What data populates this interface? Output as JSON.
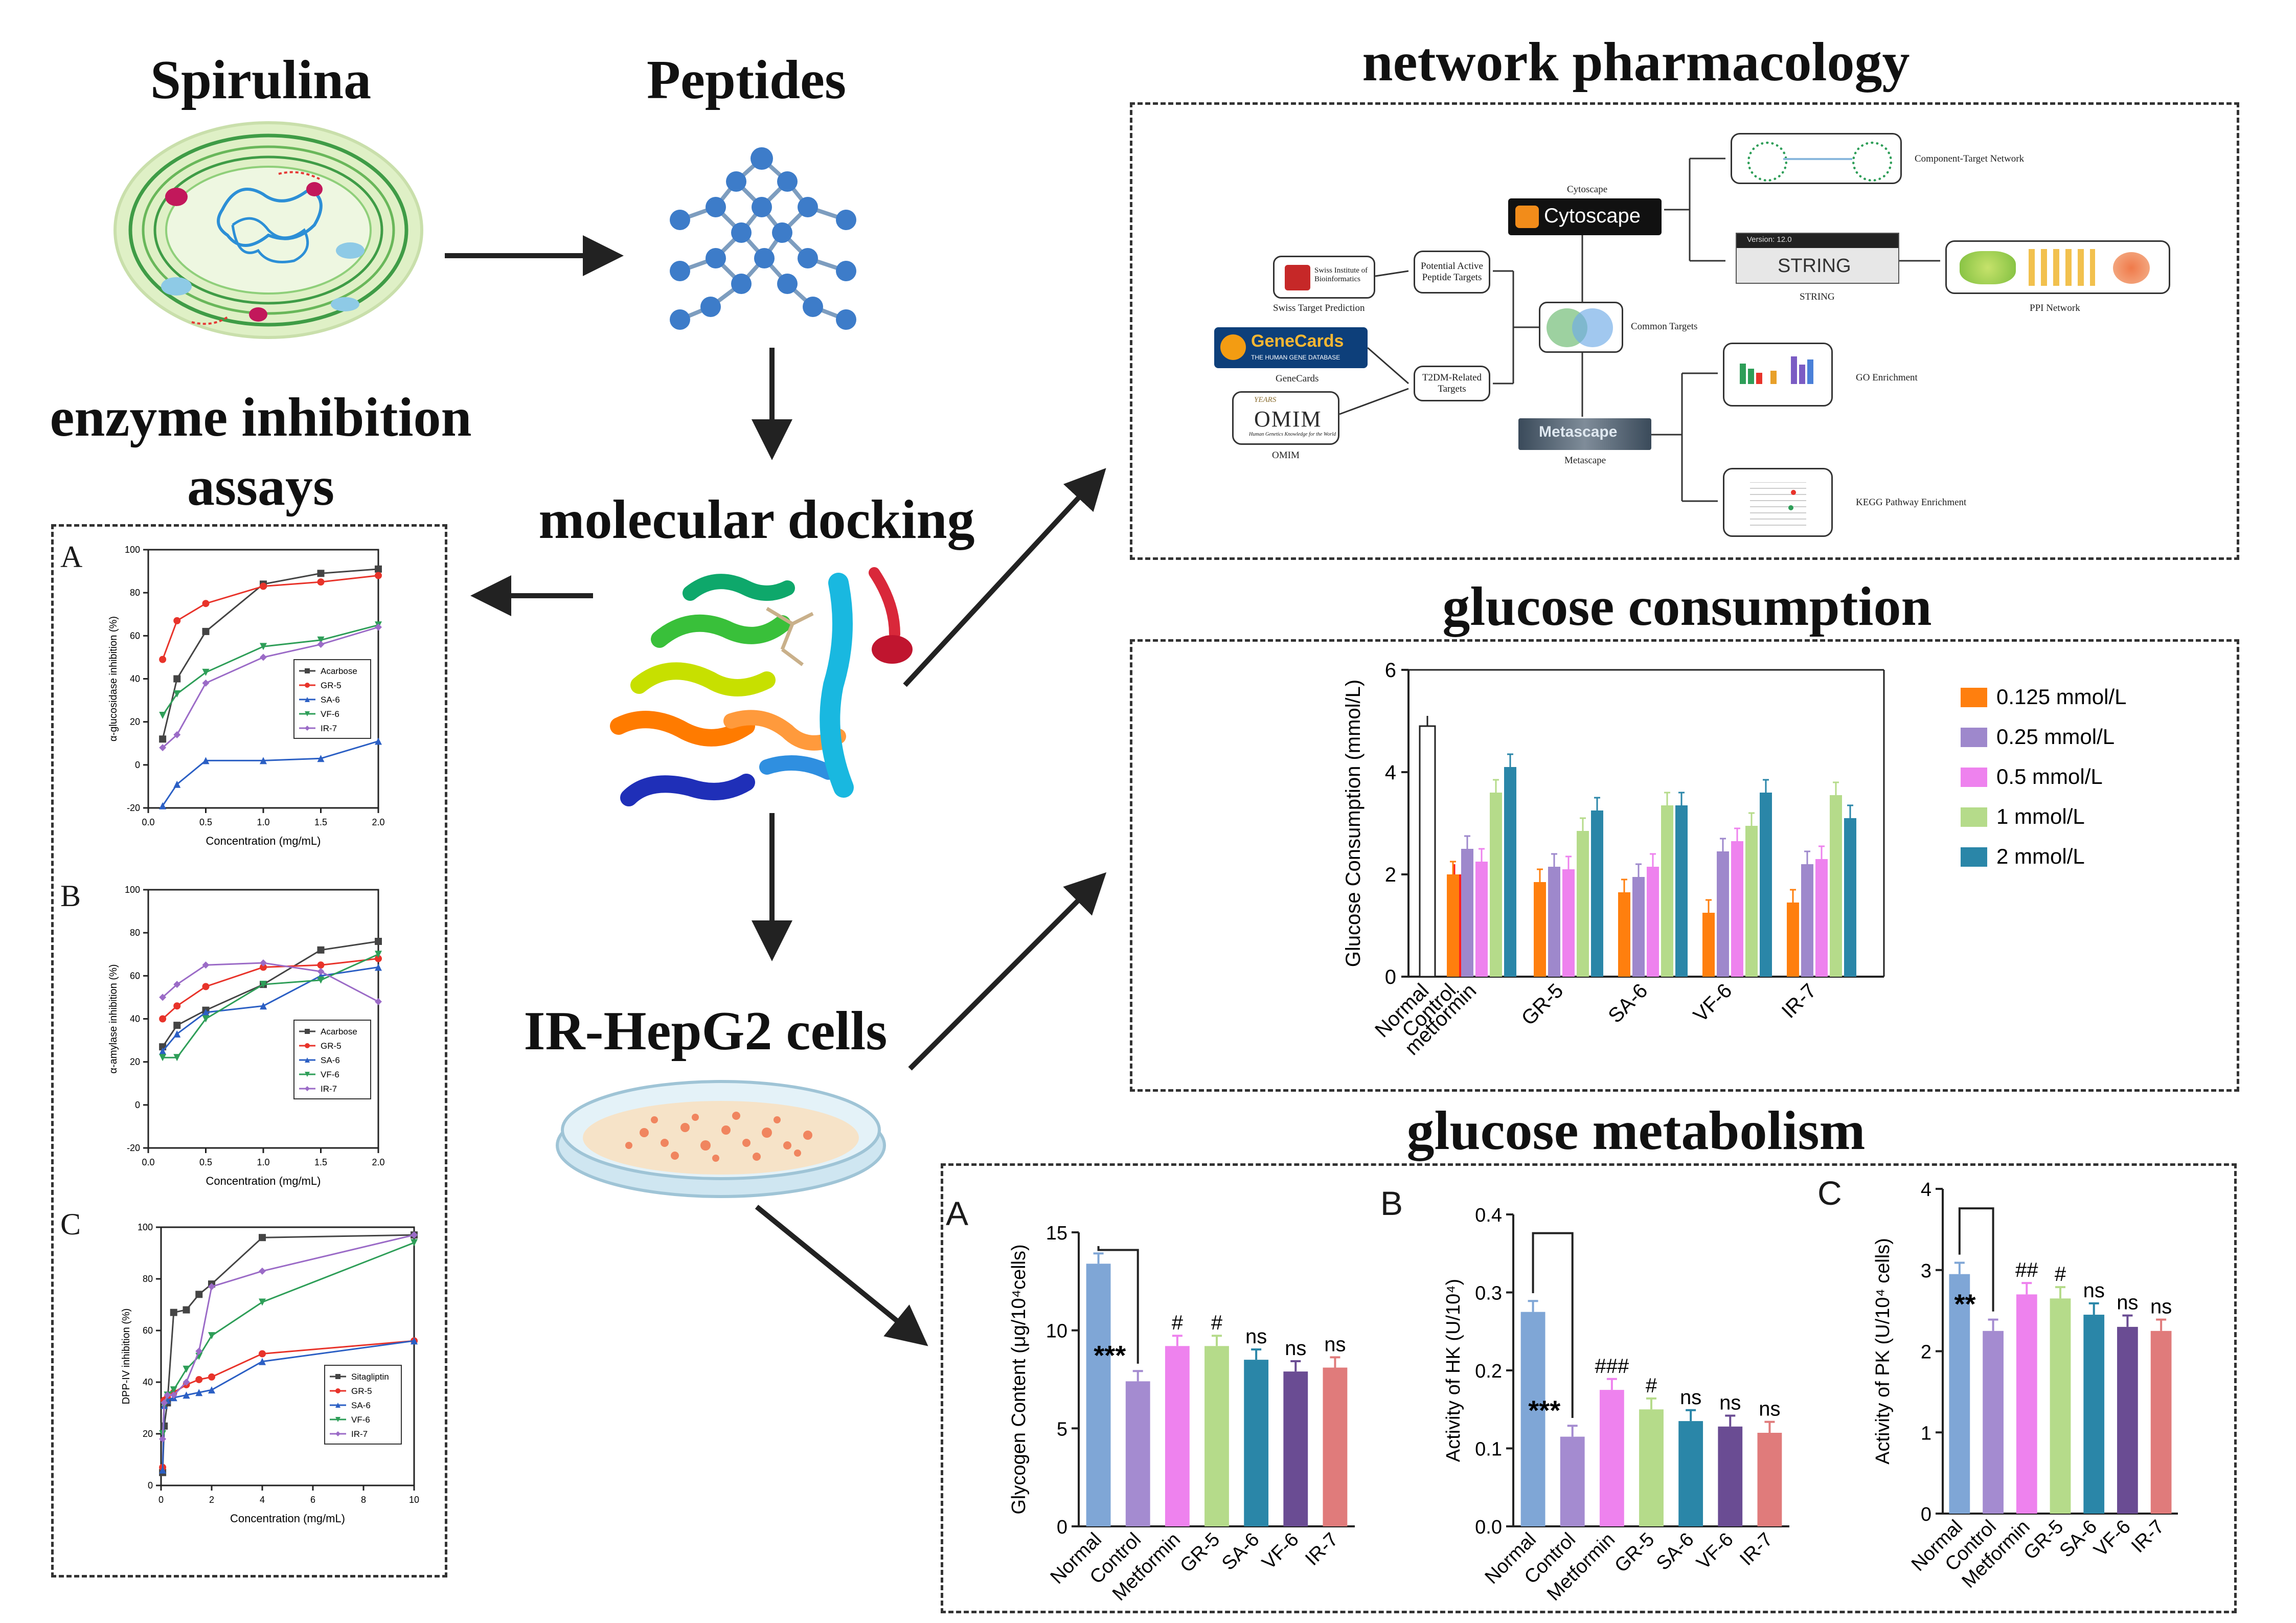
{
  "titles": {
    "spirulina": "Spirulina",
    "peptides": "Peptides",
    "enzyme": "enzyme inhibition",
    "enzyme2": "assays",
    "docking": "molecular docking",
    "cells": "IR-HepG2 cells",
    "network": "network pharmacology",
    "consumption": "glucose consumption",
    "metabolism": "glucose metabolism"
  },
  "network": {
    "swiss_caption": "Swiss Target Prediction",
    "sib_text": "Swiss Institute of Bioinformatics",
    "genecards": "GeneCards",
    "genecards_sub": "THE HUMAN GENE DATABASE",
    "genecards_caption": "GeneCards",
    "omim": "OMIM",
    "omim_years": "YEARS",
    "omim_sub": "Human Genetics Knowledge for the World",
    "omim_caption": "OMIM",
    "potential": "Potential Active Peptide Targets",
    "t2dm": "T2DM-Related Targets",
    "common": "Common Targets",
    "cytoscape_caption": "Cytoscape",
    "cytoscape_logo": "Cytoscape",
    "metascape_caption": "Metascape",
    "metascape_logo": "Metascape",
    "ctn": "Component-Target Network",
    "string_logo": "STRING",
    "string_version": "Version: 12.0",
    "string_caption": "STRING",
    "ppi": "PPI Network",
    "go": "GO Enrichment",
    "kegg": "KEGG Pathway Enrichment"
  },
  "chart_data": [
    {
      "type": "line",
      "panel": "A",
      "xlabel": "Concentration (mg/mL)",
      "ylabel": "α-glucosidase inhibition (%)",
      "xlim": [
        0,
        2.0
      ],
      "ylim": [
        -20,
        100
      ],
      "xticks": [
        "0.0",
        "0.5",
        "1.0",
        "1.5",
        "2.0"
      ],
      "yticks": [
        "-20",
        "0",
        "20",
        "40",
        "60",
        "80",
        "100"
      ],
      "x": [
        0.125,
        0.25,
        0.5,
        1.0,
        1.5,
        2.0
      ],
      "series": [
        {
          "name": "Acarbose",
          "color": "#444444",
          "values": [
            12,
            40,
            62,
            84,
            89,
            91
          ]
        },
        {
          "name": "GR-5",
          "color": "#e8332a",
          "values": [
            49,
            67,
            75,
            83,
            85,
            88
          ]
        },
        {
          "name": "SA-6",
          "color": "#2b5fc4",
          "values": [
            -19,
            -9,
            2,
            2,
            3,
            11
          ]
        },
        {
          "name": "VF-6",
          "color": "#2e9e58",
          "values": [
            23,
            33,
            43,
            55,
            58,
            65
          ]
        },
        {
          "name": "IR-7",
          "color": "#9b6bc7",
          "values": [
            8,
            14,
            38,
            50,
            56,
            64
          ]
        }
      ],
      "legend_position": "center-right"
    },
    {
      "type": "line",
      "panel": "B",
      "xlabel": "Concentration (mg/mL)",
      "ylabel": "α-amylase inhibition (%)",
      "xlim": [
        0,
        2.0
      ],
      "ylim": [
        -20,
        100
      ],
      "xticks": [
        "0.0",
        "0.5",
        "1.0",
        "1.5",
        "2.0"
      ],
      "yticks": [
        "-20",
        "0",
        "20",
        "40",
        "60",
        "80",
        "100"
      ],
      "x": [
        0.125,
        0.25,
        0.5,
        1.0,
        1.5,
        2.0
      ],
      "series": [
        {
          "name": "Acarbose",
          "color": "#444444",
          "values": [
            27,
            37,
            44,
            56,
            72,
            76
          ]
        },
        {
          "name": "GR-5",
          "color": "#e8332a",
          "values": [
            40,
            46,
            55,
            64,
            65,
            68
          ]
        },
        {
          "name": "SA-6",
          "color": "#2b5fc4",
          "values": [
            25,
            33,
            43,
            46,
            60,
            64
          ]
        },
        {
          "name": "VF-6",
          "color": "#2e9e58",
          "values": [
            22,
            22,
            40,
            56,
            58,
            70
          ]
        },
        {
          "name": "IR-7",
          "color": "#9b6bc7",
          "values": [
            50,
            56,
            65,
            66,
            62,
            48
          ]
        }
      ],
      "legend_position": "center-right"
    },
    {
      "type": "line",
      "panel": "C",
      "xlabel": "Concentration (mg/mL)",
      "ylabel": "DPP-IV inhibition (%)",
      "xlim": [
        0,
        10
      ],
      "ylim": [
        0,
        100
      ],
      "xticks": [
        "0",
        "2",
        "4",
        "6",
        "8",
        "10"
      ],
      "yticks": [
        "0",
        "20",
        "40",
        "60",
        "80",
        "100"
      ],
      "x": [
        0.0625,
        0.125,
        0.25,
        0.5,
        1,
        1.5,
        2,
        4,
        10
      ],
      "series": [
        {
          "name": "Sitagliptin",
          "color": "#444444",
          "values": [
            5,
            23,
            32,
            67,
            68,
            74,
            78,
            96,
            97
          ]
        },
        {
          "name": "GR-5",
          "color": "#e8332a",
          "values": [
            7,
            33,
            34,
            36,
            39,
            41,
            42,
            51,
            56
          ]
        },
        {
          "name": "SA-6",
          "color": "#2b5fc4",
          "values": [
            6,
            31,
            33,
            34,
            35,
            36,
            37,
            48,
            56
          ]
        },
        {
          "name": "VF-6",
          "color": "#2e9e58",
          "values": [
            20,
            31,
            35,
            37,
            45,
            50,
            58,
            71,
            94
          ]
        },
        {
          "name": "IR-7",
          "color": "#9b6bc7",
          "values": [
            18,
            32,
            35,
            35,
            40,
            52,
            77,
            83,
            97
          ]
        }
      ],
      "legend_position": "bottom-right"
    },
    {
      "type": "bar",
      "panel": "glucose consumption",
      "ylabel": "Glucose Consumption (mmol/L)",
      "ylim": [
        0,
        6
      ],
      "yticks": [
        "0",
        "2",
        "4",
        "6"
      ],
      "categories": [
        "Normal",
        "Control",
        "metformin",
        "GR-5",
        "SA-6",
        "VF-6",
        "IR-7"
      ],
      "normal": 4.9,
      "control": 2.0,
      "series": [
        {
          "name": "0.125 mmol/L",
          "color": "#ff7f0e",
          "values": [
            null,
            null,
            2.0,
            1.85,
            1.65,
            1.25,
            1.45
          ]
        },
        {
          "name": "0.25 mmol/L",
          "color": "#9e88cc",
          "values": [
            null,
            null,
            2.5,
            2.15,
            1.95,
            2.45,
            2.2
          ]
        },
        {
          "name": "0.5 mmol/L",
          "color": "#ee82ee",
          "values": [
            null,
            null,
            2.25,
            2.1,
            2.15,
            2.65,
            2.3
          ]
        },
        {
          "name": "1 mmol/L",
          "color": "#b5db8a",
          "values": [
            null,
            null,
            3.6,
            2.85,
            3.35,
            2.95,
            3.55
          ]
        },
        {
          "name": "2 mmol/L",
          "color": "#2a86a8",
          "values": [
            null,
            null,
            4.1,
            3.25,
            3.35,
            3.6,
            3.1
          ]
        }
      ],
      "legend_position": "top-right"
    },
    {
      "type": "bar",
      "panel": "A",
      "ylabel": "Glycogen Content (μg/10⁴cells)",
      "ylim": [
        0,
        15
      ],
      "yticks": [
        "0",
        "5",
        "10",
        "15"
      ],
      "categories": [
        "Normal",
        "Control",
        "Metformin",
        "GR-5",
        "SA-6",
        "VF-6",
        "IR-7"
      ],
      "values": [
        13.4,
        7.4,
        9.2,
        9.2,
        8.5,
        7.9,
        8.1
      ],
      "colors": [
        "#7fa6d6",
        "#a48bd0",
        "#ee82ee",
        "#b5db8a",
        "#2a86a8",
        "#6a4c93",
        "#e07b7b"
      ],
      "annotations": [
        "",
        "***",
        "#",
        "#",
        "ns",
        "ns",
        "ns"
      ]
    },
    {
      "type": "bar",
      "panel": "B",
      "ylabel": "Activity of HK (U/10⁴)",
      "ylim": [
        0,
        0.4
      ],
      "yticks": [
        "0.0",
        "0.1",
        "0.2",
        "0.3",
        "0.4"
      ],
      "categories": [
        "Normal",
        "Control",
        "Metformin",
        "GR-5",
        "SA-6",
        "VF-6",
        "IR-7"
      ],
      "values": [
        0.275,
        0.115,
        0.175,
        0.15,
        0.135,
        0.128,
        0.12
      ],
      "colors": [
        "#7fa6d6",
        "#a48bd0",
        "#ee82ee",
        "#b5db8a",
        "#2a86a8",
        "#6a4c93",
        "#e07b7b"
      ],
      "annotations": [
        "",
        "***",
        "###",
        "#",
        "ns",
        "ns",
        "ns"
      ]
    },
    {
      "type": "bar",
      "panel": "C",
      "ylabel": "Activity of PK (U/10⁴ cells)",
      "ylim": [
        0,
        4
      ],
      "yticks": [
        "0",
        "1",
        "2",
        "3",
        "4"
      ],
      "categories": [
        "Normal",
        "Control",
        "Metformin",
        "GR-5",
        "SA-6",
        "VF-6",
        "IR-7"
      ],
      "values": [
        2.95,
        2.25,
        2.7,
        2.65,
        2.45,
        2.3,
        2.25
      ],
      "colors": [
        "#7fa6d6",
        "#a48bd0",
        "#ee82ee",
        "#b5db8a",
        "#2a86a8",
        "#6a4c93",
        "#e07b7b"
      ],
      "annotations": [
        "",
        "**",
        "##",
        "#",
        "ns",
        "ns",
        "ns"
      ]
    }
  ]
}
